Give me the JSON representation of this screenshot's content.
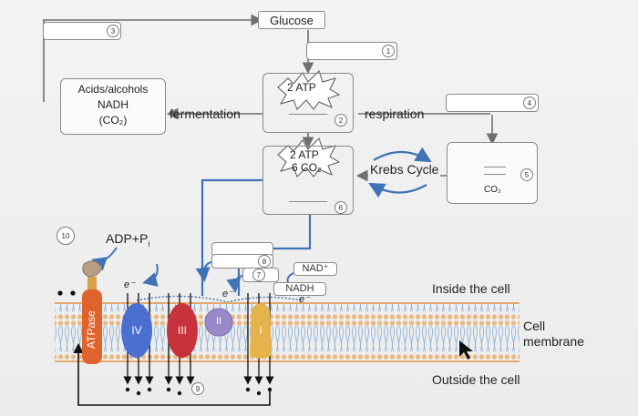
{
  "labels": {
    "glucose": "Glucose",
    "acids_alcohols": "Acids/alcohols",
    "nadh": "NADH",
    "co2_paren": "(CO₂)",
    "fermentation": "fermentation",
    "respiration": "respiration",
    "atp_top": "2 ATP",
    "atp_mid": "2 ATP",
    "co2_mid": "6 CO₂",
    "krebs": "Krebs Cycle",
    "co2_box": "CO₂",
    "adp_pi": "ADP+P",
    "adp_sub": "i",
    "nad": "NAD⁺",
    "nadh_chip": "NADH",
    "inside": "Inside the cell",
    "outside": "Outside the cell",
    "cell_membrane_1": "Cell",
    "cell_membrane_2": "membrane",
    "atpase": "ATPase",
    "complex_iv": "IV",
    "complex_iii": "III",
    "complex_ii": "II",
    "complex_i": "I",
    "e_minus": "e⁻"
  },
  "numbers": {
    "n1": "1",
    "n2": "2",
    "n3": "3",
    "n4": "4",
    "n5": "5",
    "n6": "6",
    "n7": "7",
    "n8": "8",
    "n9": "9",
    "n10": "10"
  },
  "colors": {
    "arrow_blue": "#3f73b5",
    "arrow_gray": "#777777",
    "complex_iv": "#4a6fd0",
    "complex_iii": "#c8323c",
    "complex_ii": "#9a89c9",
    "complex_i": "#e6b24a",
    "atpase": "#e0622c",
    "membrane": "#c7d6ea"
  }
}
